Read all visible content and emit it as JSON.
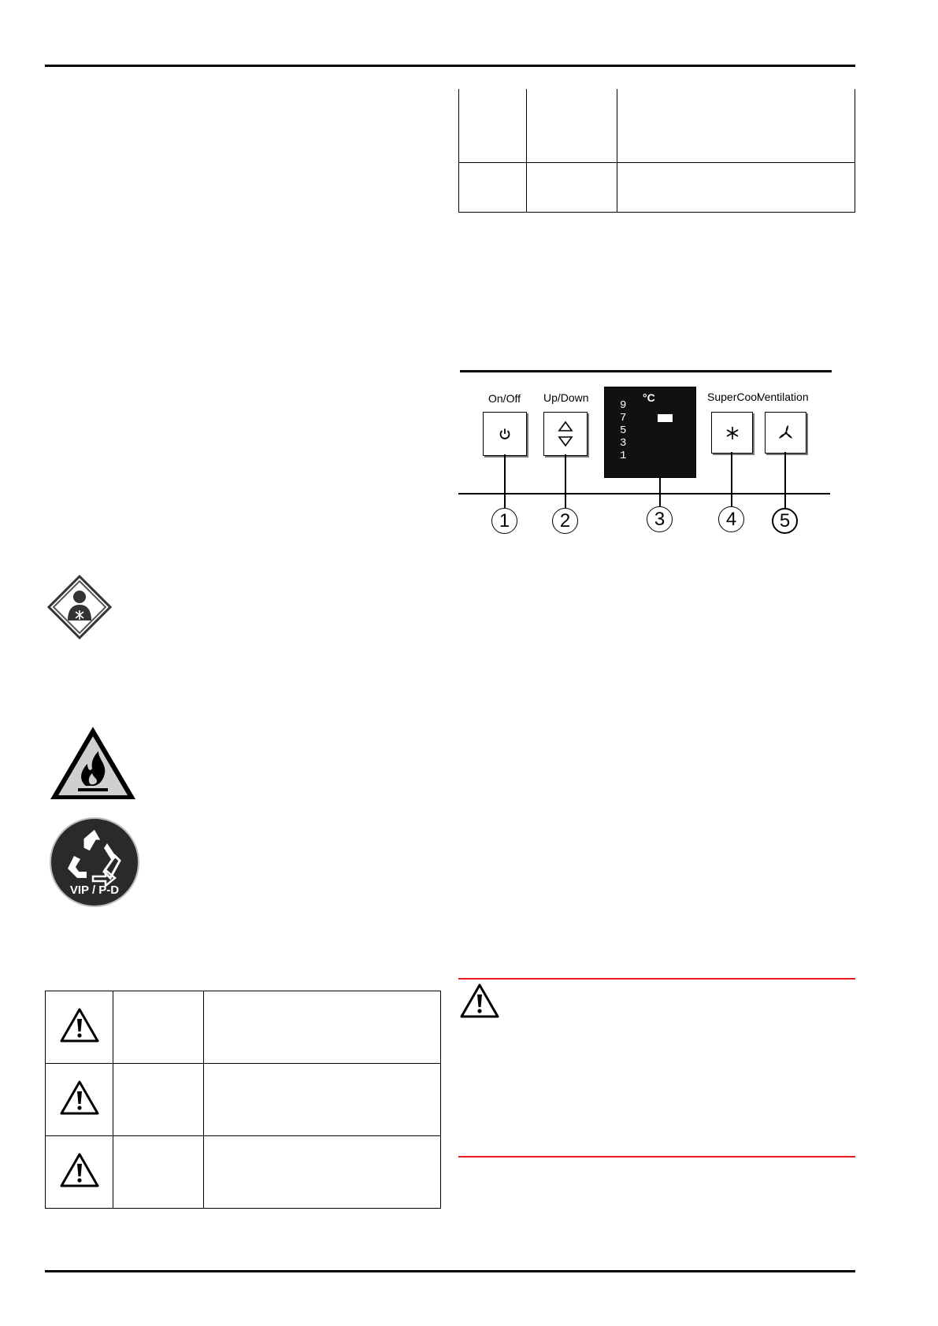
{
  "control_panel": {
    "labels": {
      "on_off": "On/Off",
      "up_down": "Up/Down",
      "supercool": "SuperCool",
      "ventilation": "Ventilation"
    },
    "display": {
      "unit": "°C",
      "scale": [
        "9",
        "7",
        "5",
        "3",
        "1"
      ]
    },
    "callouts": [
      "1",
      "2",
      "3",
      "4",
      "5"
    ]
  },
  "symbols": {
    "recycling_badge_text": "VIP / P-D"
  },
  "icons": {
    "top_table": [],
    "warning_table": [
      "warning-triangle-icon",
      "warning-triangle-icon",
      "warning-triangle-icon"
    ],
    "panel_buttons": [
      "power-icon",
      "up-down-arrows-icon",
      "snowflake-icon",
      "fan-icon"
    ]
  },
  "colors": {
    "warning_rule": "#e8191f",
    "rule": "#000000",
    "display_bg": "#111111"
  }
}
